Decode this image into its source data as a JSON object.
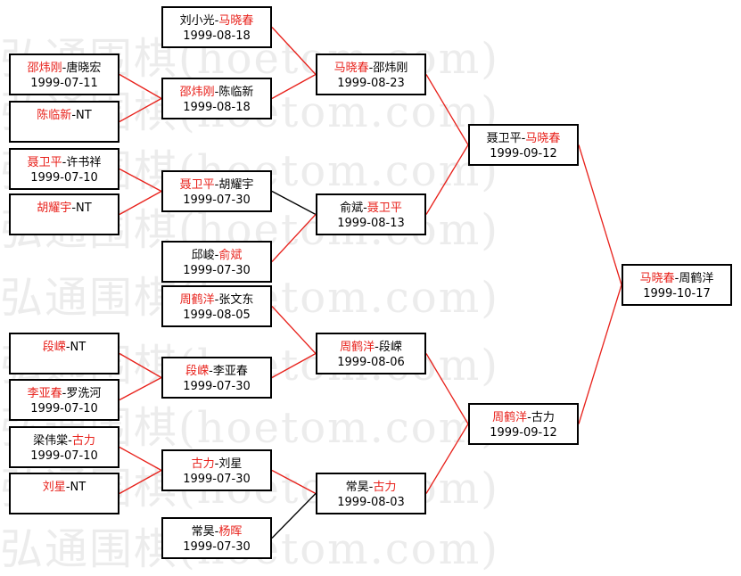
{
  "watermark": "弘通围棋(hoetom.com)",
  "matches": [
    {
      "id": "r1a",
      "p1": "刘小光",
      "p2": "马晓春",
      "winner": 2,
      "date": "1999-08-18"
    },
    {
      "id": "r0a",
      "p1": "邵炜刚",
      "p2": "唐晓宏",
      "winner": 1,
      "date": "1999-07-11"
    },
    {
      "id": "r0b",
      "p1": "陈临新",
      "p2": "NT",
      "winner": 1,
      "date": ""
    },
    {
      "id": "r1b",
      "p1": "邵炜刚",
      "p2": "陈临新",
      "winner": 1,
      "date": "1999-08-18"
    },
    {
      "id": "r2a",
      "p1": "马晓春",
      "p2": "邵炜刚",
      "winner": 1,
      "date": "1999-08-23"
    },
    {
      "id": "r0c",
      "p1": "聂卫平",
      "p2": "许书祥",
      "winner": 1,
      "date": "1999-07-10"
    },
    {
      "id": "r0d",
      "p1": "胡耀宇",
      "p2": "NT",
      "winner": 1,
      "date": ""
    },
    {
      "id": "r1c",
      "p1": "聂卫平",
      "p2": "胡耀宇",
      "winner": 1,
      "date": "1999-07-30"
    },
    {
      "id": "r1d",
      "p1": "邱峻",
      "p2": "俞斌",
      "winner": 2,
      "date": "1999-07-30"
    },
    {
      "id": "r2b",
      "p1": "俞斌",
      "p2": "聂卫平",
      "winner": 2,
      "date": "1999-08-13"
    },
    {
      "id": "r3a",
      "p1": "聂卫平",
      "p2": "马晓春",
      "winner": 2,
      "date": "1999-09-12"
    },
    {
      "id": "r1e",
      "p1": "周鹤洋",
      "p2": "张文东",
      "winner": 1,
      "date": "1999-08-05"
    },
    {
      "id": "r0e",
      "p1": "段嵘",
      "p2": "NT",
      "winner": 1,
      "date": ""
    },
    {
      "id": "r0f",
      "p1": "李亚春",
      "p2": "罗洗河",
      "winner": 1,
      "date": "1999-07-10"
    },
    {
      "id": "r1f",
      "p1": "段嵘",
      "p2": "李亚春",
      "winner": 1,
      "date": "1999-07-30"
    },
    {
      "id": "r2c",
      "p1": "周鹤洋",
      "p2": "段嵘",
      "winner": 1,
      "date": "1999-08-06"
    },
    {
      "id": "r0g",
      "p1": "梁伟棠",
      "p2": "古力",
      "winner": 2,
      "date": "1999-07-10"
    },
    {
      "id": "r0h",
      "p1": "刘星",
      "p2": "NT",
      "winner": 1,
      "date": ""
    },
    {
      "id": "r1g",
      "p1": "古力",
      "p2": "刘星",
      "winner": 1,
      "date": "1999-07-30"
    },
    {
      "id": "r1h",
      "p1": "常昊",
      "p2": "杨晖",
      "winner": 2,
      "date": "1999-07-30"
    },
    {
      "id": "r2d",
      "p1": "常昊",
      "p2": "古力",
      "winner": 2,
      "date": "1999-08-03"
    },
    {
      "id": "r3b",
      "p1": "周鹤洋",
      "p2": "古力",
      "winner": 1,
      "date": "1999-09-12"
    },
    {
      "id": "r4",
      "p1": "马晓春",
      "p2": "周鹤洋",
      "winner": 1,
      "date": "1999-10-17"
    }
  ],
  "colors": {
    "winner": "#e8211b",
    "line_red": "#e8211b",
    "line_black": "#000000",
    "watermark": "#ececec"
  }
}
